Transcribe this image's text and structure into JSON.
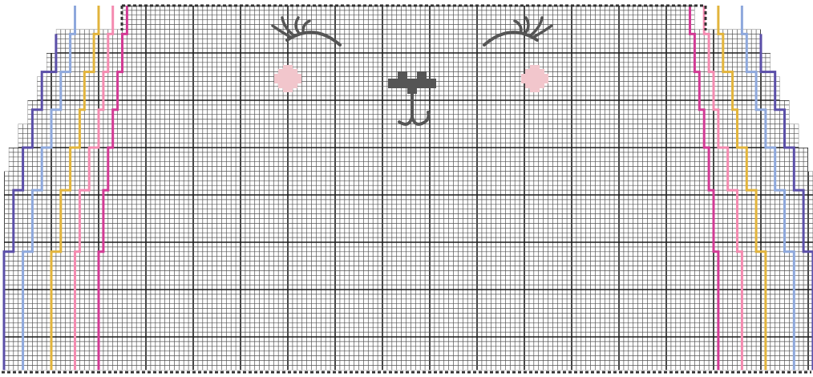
{
  "chart": {
    "type": "knitting-chart-grid",
    "minor_grid_every": 1,
    "major_grid_every": 10,
    "colors": {
      "minor_line": "#555555",
      "major_line": "#1a1a1a",
      "dashed_border": "#333333",
      "face_features": "#555555",
      "cheeks": "#f2c6cc",
      "nose": "#555555"
    },
    "outline_colors": [
      "#5b4fa8",
      "#8ea8dc",
      "#e2b43c",
      "#f48bb0",
      "#d23a94"
    ]
  },
  "motif": {
    "eyes": "closed-with-lashes",
    "cheeks": 2,
    "nose": "plus-shape",
    "mouth": "cat-mouth"
  }
}
